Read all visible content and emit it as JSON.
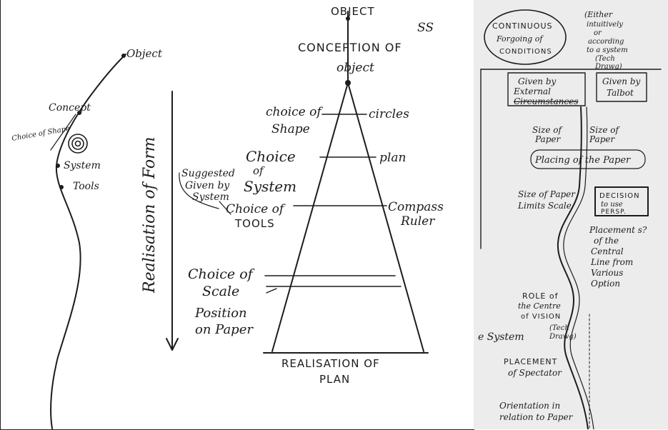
{
  "left_sketch": {
    "object": "Object",
    "concept": "Concept",
    "choice_of_shape": "Choice of Shape",
    "system": "System",
    "tools": "Tools"
  },
  "main_diagram": {
    "object_top": "OBJECT",
    "ss_mark": "SS",
    "conception_line1": "CONCEPTION OF",
    "conception_line2": "object",
    "choice_of_shape": [
      "choice of",
      "Shape"
    ],
    "circles": "circles",
    "choice_of_system": [
      "Choice",
      "of",
      "System"
    ],
    "plan": "plan",
    "suggested": [
      "Suggested",
      "Given by",
      "System"
    ],
    "choice_of_tools": [
      "Choice of",
      "TOOLS"
    ],
    "compass_ruler": [
      "Compass",
      "Ruler"
    ],
    "realisation_of_form": "Realisation of Form",
    "choice_of_scale": [
      "Choice of",
      "Scale"
    ],
    "position_on_paper": [
      "Position",
      "on Paper"
    ],
    "realisation_of_plan": [
      "REALISATION OF",
      "PLAN"
    ]
  },
  "right_sketch": {
    "continuous": [
      "CONTINUOUS",
      "Forgoing of",
      "CONDITIONS"
    ],
    "either": [
      "(Either",
      "intuitively",
      "or",
      "according",
      "to a system",
      "(Tech",
      "Drawg)"
    ],
    "given_external": [
      "Given by",
      "External",
      "Circumstances"
    ],
    "given_talbot": [
      "Given by",
      "Talbot"
    ],
    "size_of_paper_a": [
      "Size of",
      "Paper"
    ],
    "size_of_paper_b": [
      "Size of",
      "Paper"
    ],
    "placing": "Placing of the Paper",
    "size_limits_scale": [
      "Size of Paper",
      "Limits Scale"
    ],
    "decision": [
      "DECISION",
      "to use",
      "PERSP."
    ],
    "placement_central": [
      "Placement s?",
      "of the",
      "Central",
      "Line from",
      "Various",
      "Option"
    ],
    "role_centre": [
      "ROLE of",
      "the Centre",
      "of VISION",
      "(Tech",
      "Drawg)"
    ],
    "e_system": "e System",
    "placement_spectator": [
      "PLACEMENT",
      "of Spectator"
    ],
    "orientation": [
      "Orientation in",
      "relation to Paper"
    ]
  }
}
